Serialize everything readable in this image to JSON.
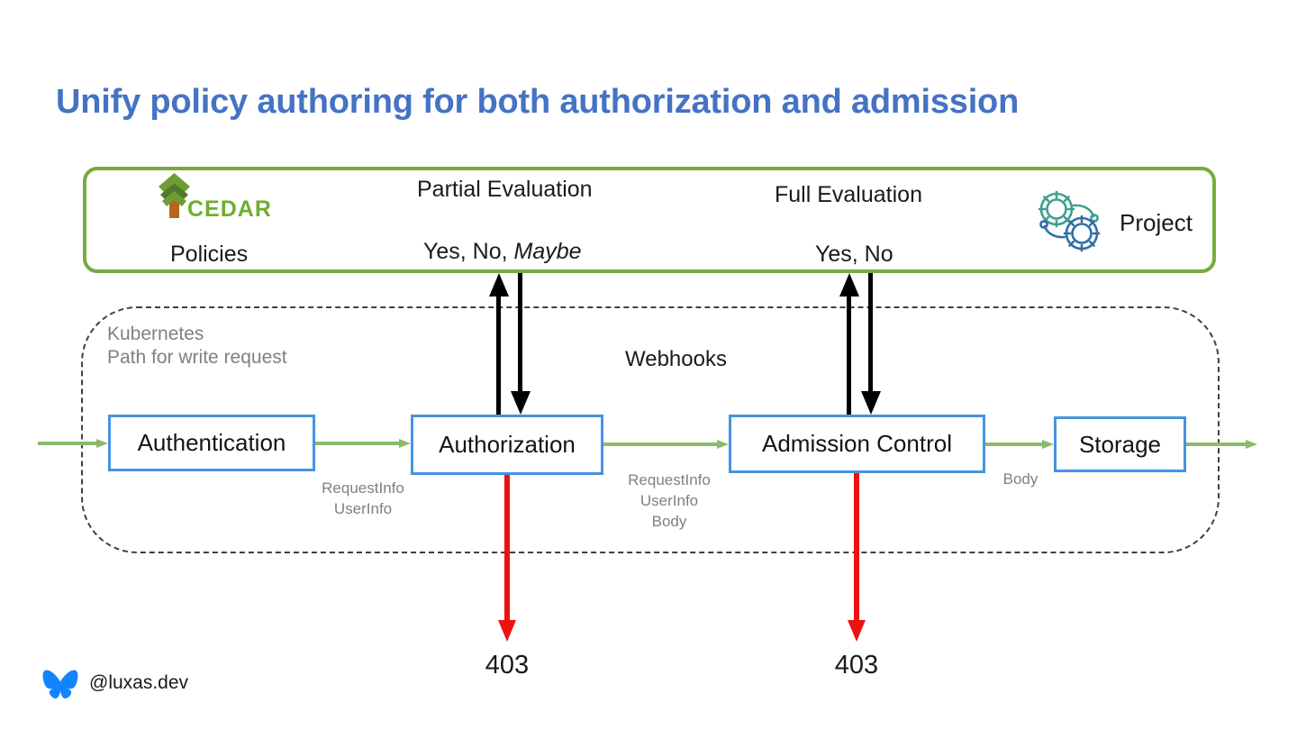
{
  "slide": {
    "title": "Unify policy authoring for both authorization and admission",
    "title_color": "#4573c4",
    "background": "#ffffff"
  },
  "policy_engine": {
    "border_color": "#76ab3f",
    "logo_name": "cedar-logo",
    "logo_label": "CEDAR",
    "policies_label": "Policies",
    "partial": {
      "title": "Partial Evaluation",
      "result_plain": "Yes, No, ",
      "result_italic": "Maybe"
    },
    "full": {
      "title": "Full Evaluation",
      "result": "Yes, No"
    },
    "project": {
      "icon_name": "gears-icon",
      "label": "Project",
      "icon_color_primary": "#3f9e8f",
      "icon_color_secondary": "#2f6fa8"
    }
  },
  "kubernetes": {
    "label_line1": "Kubernetes",
    "label_line2": "Path for write request",
    "label_color": "#808080",
    "border_style": "dashed",
    "webhooks_label": "Webhooks"
  },
  "pipeline": {
    "box_border_color": "#4593e0",
    "arrow_color": "#8bba6b",
    "stages": [
      {
        "id": "authentication",
        "label": "Authentication"
      },
      {
        "id": "authorization",
        "label": "Authorization"
      },
      {
        "id": "admission-control",
        "label": "Admission Control"
      },
      {
        "id": "storage",
        "label": "Storage"
      }
    ],
    "edge_labels": [
      {
        "id": "authn-to-authz",
        "lines": "RequestInfo\nUserInfo"
      },
      {
        "id": "authz-to-admission",
        "lines": "RequestInfo\nUserInfo\nBody"
      },
      {
        "id": "admission-to-storage",
        "lines": "Body"
      }
    ]
  },
  "denials": {
    "arrow_color": "#ee1111",
    "codes": [
      {
        "id": "authorization-denied",
        "code": "403"
      },
      {
        "id": "admission-denied",
        "code": "403"
      }
    ]
  },
  "footer": {
    "icon_name": "bluesky-butterfly-icon",
    "icon_color": "#1185fe",
    "handle": "@luxas.dev"
  }
}
